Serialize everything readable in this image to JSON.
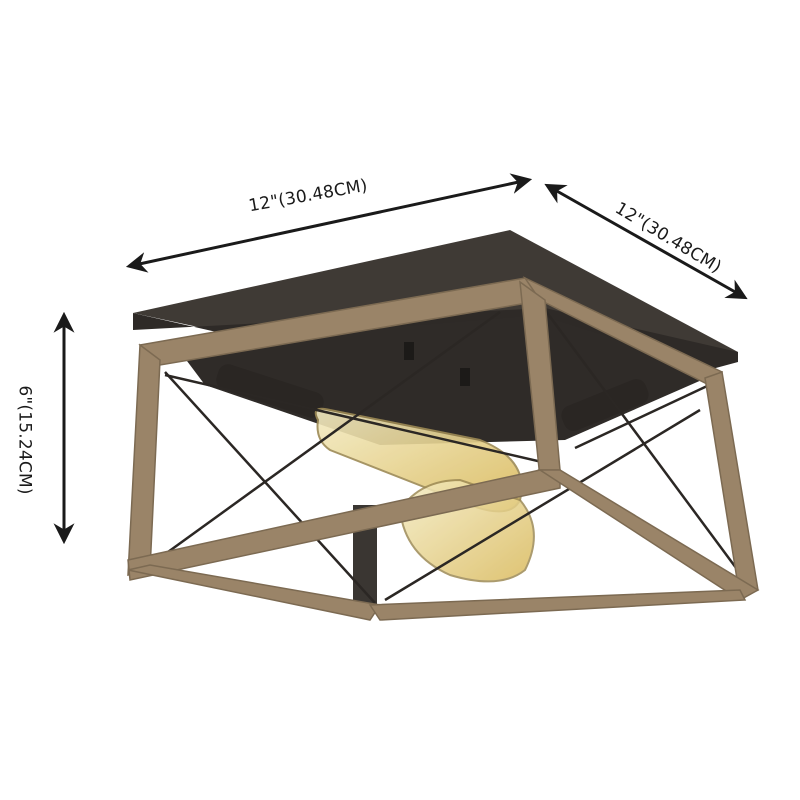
{
  "product": {
    "type": "flush mount ceiling light",
    "description": "Farmhouse square wood-grain cage ceiling light with two Edison bulbs",
    "colors": {
      "wood_frame": "#9a8468",
      "wood_frame_dark": "#7c6a52",
      "canopy": "#3a3632",
      "canopy_top": "#4a4540",
      "wire": "#2b2724",
      "bulb_glass": "#e8d9a0",
      "background": "#ffffff"
    }
  },
  "dimensions": {
    "width": {
      "label": "12\"(30.48CM)",
      "inches": 12,
      "cm": 30.48
    },
    "depth": {
      "label": "12\"(30.48CM)",
      "inches": 12,
      "cm": 30.48
    },
    "height": {
      "label": "6\"(15.24CM)",
      "inches": 6,
      "cm": 15.24
    }
  },
  "arrows": {
    "color": "#1a1a1a"
  }
}
